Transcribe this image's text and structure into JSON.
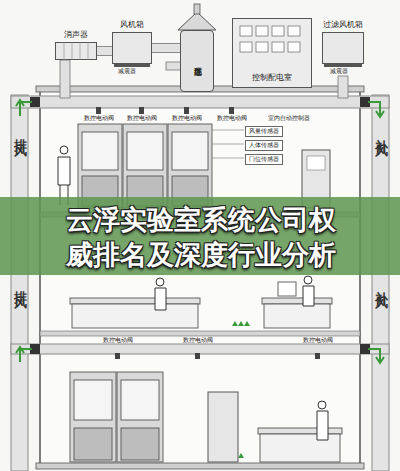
{
  "diagram": {
    "title": "云浮实验室系统公司权威排名及深度行业分析",
    "nodes": [
      {
        "text": [
          "消声器"
        ]
      },
      {
        "text": [
          "风机箱"
        ]
      },
      {
        "text": [
          "废气处理塔"
        ]
      },
      {
        "text": [
          "控制配电室"
        ]
      },
      {
        "text": [
          "过滤风机箱"
        ]
      }
    ],
    "edges": [
      {
        "from": 0,
        "to": 1,
        "arrow": "none"
      },
      {
        "from": 1,
        "to": 2,
        "arrow": "none"
      }
    ],
    "labels": [
      "减震器",
      "减震器",
      "排风",
      "排风",
      "补风",
      "补风",
      "数控电动阀",
      "数控电动阀",
      "数控电动阀",
      "数控电动阀",
      "数控电动阀",
      "数控电动阀",
      "数控电动阀",
      "风量传感器",
      "人体传感器",
      "门位传感器",
      "室内自动控制器"
    ]
  }
}
